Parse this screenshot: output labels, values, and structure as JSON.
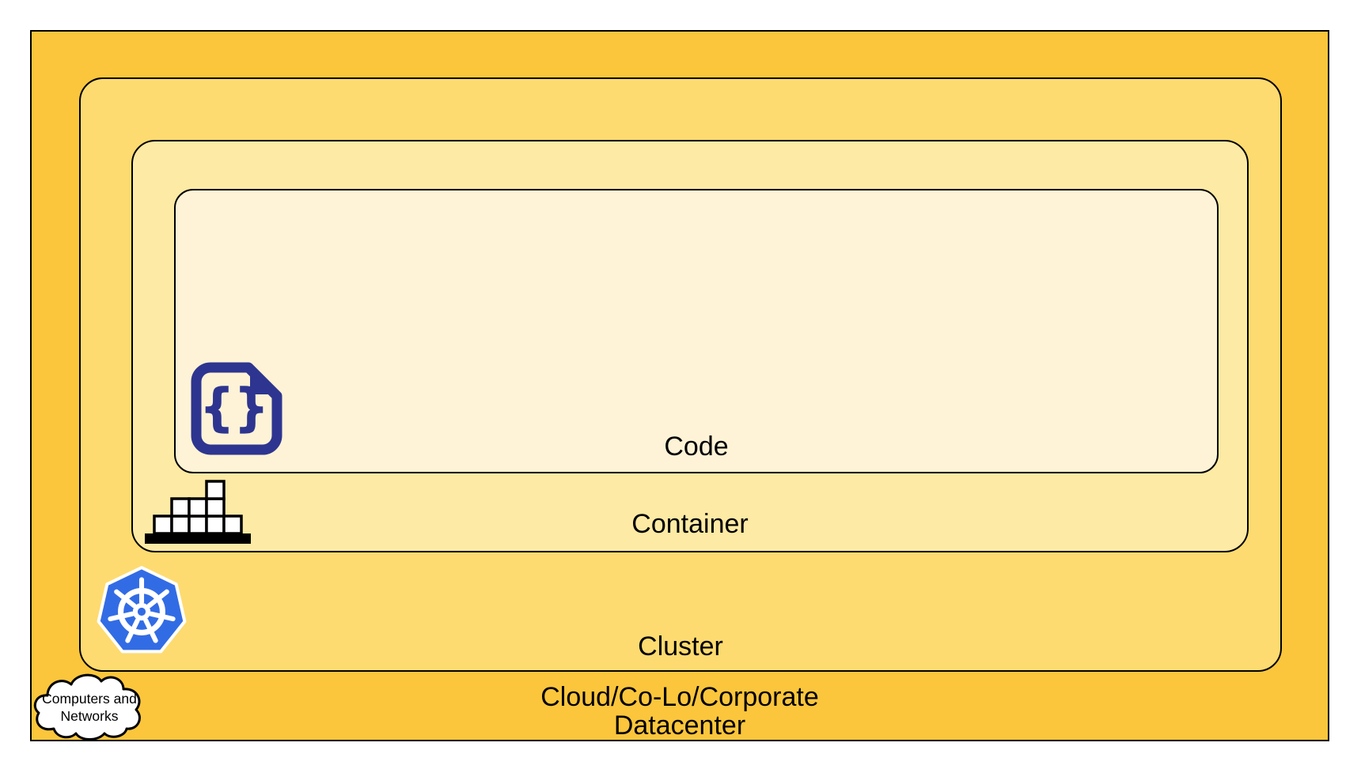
{
  "diagram": {
    "background_color": "#FFFFFF",
    "border_color": "#000000",
    "layers": {
      "code": {
        "label": "Code",
        "fill": "#FEF3D6"
      },
      "container": {
        "label": "Container",
        "fill": "#FDEAA4"
      },
      "cluster": {
        "label": "Cluster",
        "fill": "#FDDB70"
      },
      "datacenter": {
        "label_line1": "Cloud/Co-Lo/Corporate",
        "label_line2": "Datacenter",
        "fill": "#FBC63C"
      }
    },
    "cloud_callout": {
      "line1": "Computers and",
      "line2": "Networks"
    },
    "icons": {
      "code_file": {
        "name": "code-file-icon",
        "glyph": "{}",
        "color": "#2E3590"
      },
      "container_stack": {
        "name": "container-stack-icon",
        "color": "#000000",
        "block_fill": "#FFFFFF"
      },
      "kubernetes": {
        "name": "kubernetes-icon",
        "color": "#326CE5",
        "wheel_color": "#FFFFFF"
      },
      "cloud": {
        "name": "cloud-icon",
        "fill": "#FFFFFF",
        "stroke": "#000000"
      }
    }
  }
}
